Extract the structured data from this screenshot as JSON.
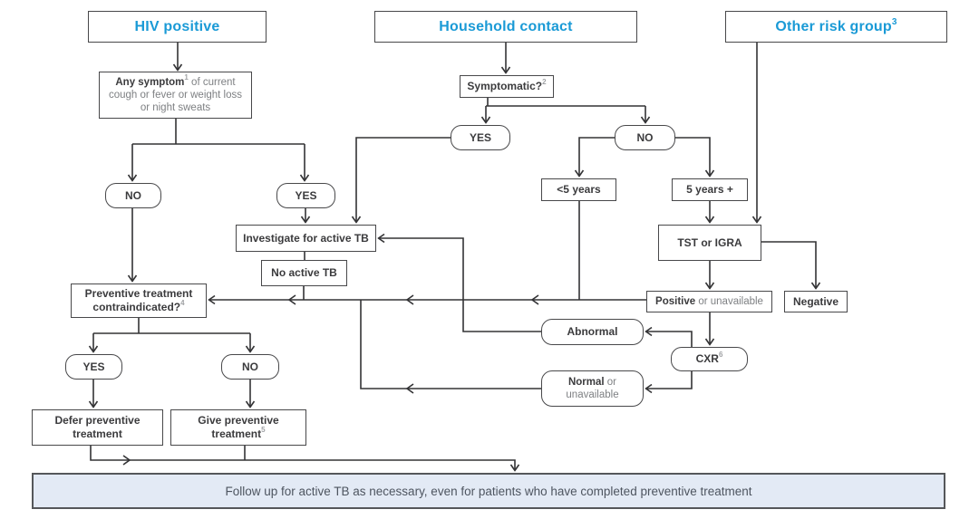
{
  "figure": {
    "headers": {
      "hiv": "HIV positive",
      "household": "Household contact",
      "other": "Other risk group",
      "other_sup": "3"
    },
    "nodes": {
      "symptom": {
        "bold": "Any symptom",
        "sup": "1",
        "rest1": " of current",
        "line2": "cough or fever or weight loss",
        "line3": "or night sweats"
      },
      "no1": "NO",
      "yes1": "YES",
      "investigate": "Investigate for active TB",
      "no_active": "No active TB",
      "contra": {
        "line1": "Preventive treatment",
        "line2": "contraindicated?",
        "sup": "4"
      },
      "yes2": "YES",
      "no2": "NO",
      "defer": {
        "line1": "Defer preventive",
        "line2": "treatment"
      },
      "give": {
        "line1": "Give preventive",
        "line2": "treatment",
        "sup": "5"
      },
      "symptomatic": {
        "label": "Symptomatic?",
        "sup": "2"
      },
      "yes3": "YES",
      "no3": "NO",
      "under5": "<5 years",
      "over5": "5 years +",
      "tst": "TST or IGRA",
      "positive": {
        "bold": "Positive",
        "rest": " or unavailable"
      },
      "negative": "Negative",
      "cxr": {
        "label": "CXR",
        "sup": "6"
      },
      "abnormal": "Abnormal",
      "normal": {
        "bold": "Normal",
        "rest": " or",
        "line2": "unavailable"
      }
    },
    "footer_bar": "Follow up for active TB as necessary, even for patients who have completed preventive treatment",
    "colors": {
      "heading_blue": "#1a9ad6",
      "box_border": "#48484a",
      "connector": "#333335",
      "secondary_text": "#7e8083",
      "bar_bg": "#e3eaf5",
      "bar_text": "#4e5560"
    }
  }
}
